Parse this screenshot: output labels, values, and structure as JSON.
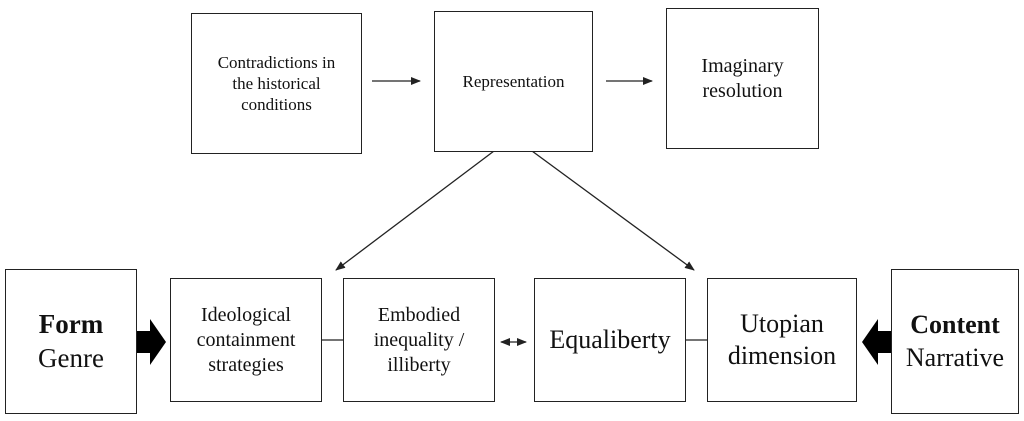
{
  "top_row": {
    "contradictions": "Contradictions in\nthe historical\nconditions",
    "representation": "Representation",
    "imaginary_resolution": "Imaginary\nresolution"
  },
  "bottom_row": {
    "form_title": "Form",
    "form_sub": "Genre",
    "ideological": "Ideological\ncontainment\nstrategies",
    "embodied": "Embodied\ninequality /\nilliberty",
    "equaliberty": "Equaliberty",
    "utopian": "Utopian\ndimension",
    "content_title": "Content",
    "content_sub": "Narrative"
  },
  "colors": {
    "line": "#222222",
    "fill_arrow": "#000000"
  }
}
